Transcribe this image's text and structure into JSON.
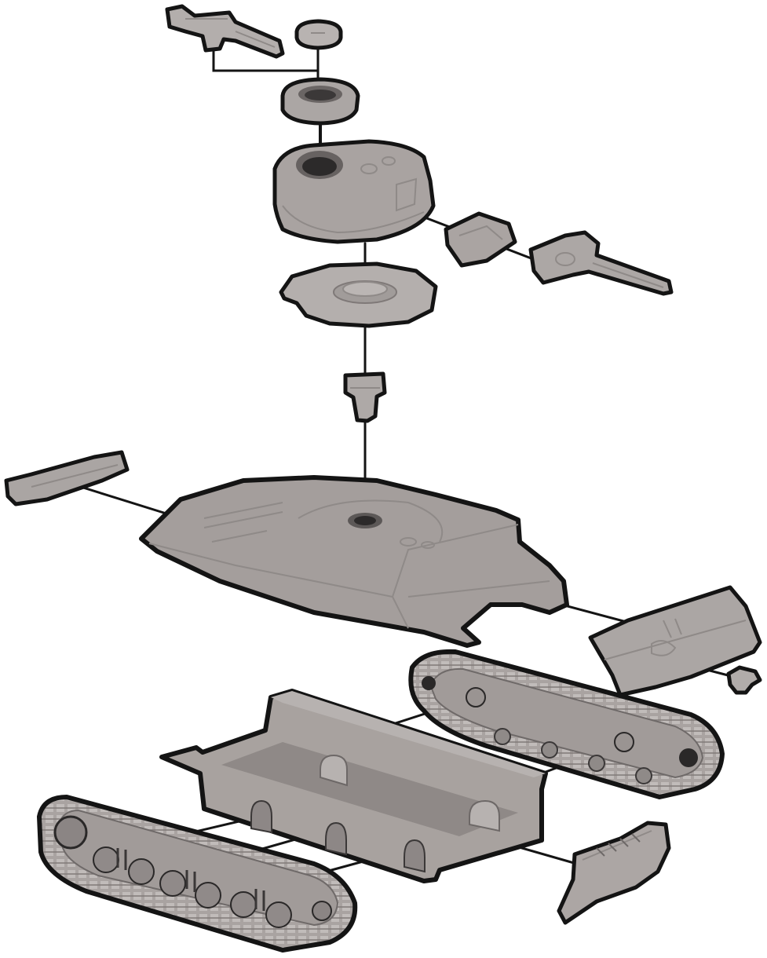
{
  "diagram": {
    "kind": "exploded-assembly",
    "colors": {
      "plastic": "#a9a3a1",
      "plastic_light": "#bdb8b6",
      "plastic_dark": "#8d8786",
      "outline": "#141414",
      "background": "#ffffff"
    },
    "parts": [
      "commander-machine-gun",
      "hatch-cover",
      "cupola-ring",
      "turret",
      "gun-mantlet",
      "main-gun-barrel",
      "turret-base-plate",
      "turret-pivot-peg",
      "front-hull-plate",
      "upper-hull",
      "rear-engine-deck-plate",
      "rear-tow-hook",
      "right-track-assembly",
      "lower-hull-tub",
      "left-track-assembly",
      "rear-hull-plate"
    ]
  }
}
